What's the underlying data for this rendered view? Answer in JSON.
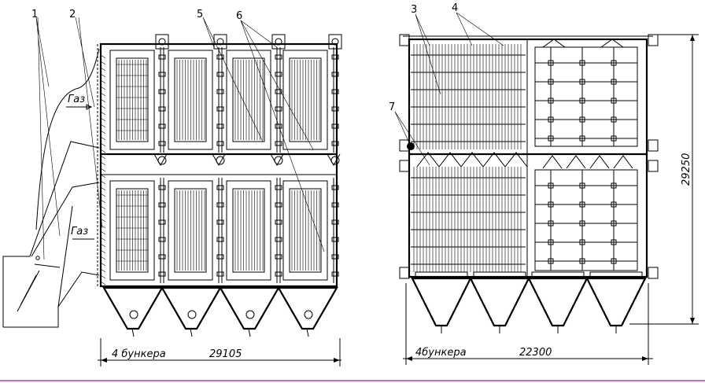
{
  "labels": {
    "gas_upper": "Газ",
    "gas_lower": "Газ",
    "ref_1": "1",
    "ref_2": "2",
    "ref_3": "3",
    "ref_4": "4",
    "ref_5": "5",
    "ref_6": "6",
    "ref_7": "7"
  },
  "dimensions": {
    "left_width": "29105",
    "left_hoppers": "4 бункера",
    "right_width": "22300",
    "right_hoppers": "4бункера",
    "right_height": "29250"
  },
  "colors": {
    "line": "#000000",
    "background": "#ffffff",
    "border_accent": "#cc66cc"
  }
}
